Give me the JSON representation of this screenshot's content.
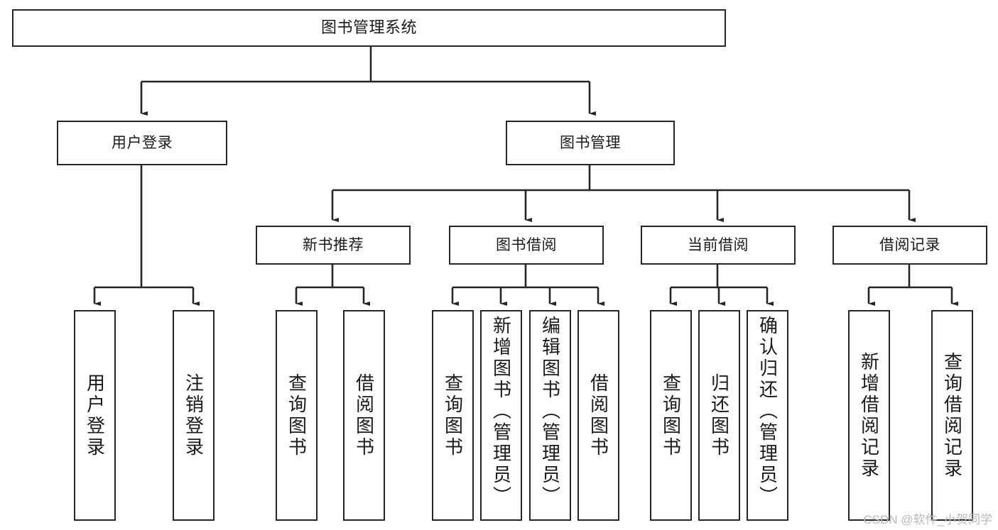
{
  "diagram": {
    "title": "图书管理系统",
    "type": "function-structure-tree",
    "watermark": "CSDN @软件_小贺同学",
    "colors": {
      "stroke": "#26262a",
      "box_fill": "#ffffff",
      "text": "#1a1a1a",
      "watermark": "#b9b9b9",
      "background": "#ffffff"
    },
    "levels": {
      "root": {
        "label": "图书管理系统"
      },
      "level2": [
        {
          "id": "user-login",
          "label": "用户登录"
        },
        {
          "id": "book-manage",
          "label": "图书管理"
        }
      ],
      "level3": [
        {
          "id": "new-book-recommend",
          "label": "新书推荐"
        },
        {
          "id": "book-borrow",
          "label": "图书借阅"
        },
        {
          "id": "current-borrow",
          "label": "当前借阅"
        },
        {
          "id": "borrow-record",
          "label": "借阅记录"
        }
      ],
      "leaves": {
        "user-login": [
          {
            "id": "leaf-user-login",
            "label": "用户登录"
          },
          {
            "id": "leaf-logout",
            "label": "注销登录"
          }
        ],
        "new-book-recommend": [
          {
            "id": "leaf-query-book-1",
            "label": "查询图书"
          },
          {
            "id": "leaf-borrow-book-1",
            "label": "借阅图书"
          }
        ],
        "book-borrow": [
          {
            "id": "leaf-query-book-2",
            "label": "查询图书"
          },
          {
            "id": "leaf-add-book",
            "label": "新增图书（管理员）"
          },
          {
            "id": "leaf-edit-book",
            "label": "编辑图书（管理员）"
          },
          {
            "id": "leaf-borrow-book-2",
            "label": "借阅图书"
          }
        ],
        "current-borrow": [
          {
            "id": "leaf-query-book-3",
            "label": "查询图书"
          },
          {
            "id": "leaf-return-book",
            "label": "归还图书"
          },
          {
            "id": "leaf-confirm-return",
            "label": "确认归还（管理员）"
          }
        ],
        "borrow-record": [
          {
            "id": "leaf-add-record",
            "label": "新增借阅记录"
          },
          {
            "id": "leaf-query-record",
            "label": "查询借阅记录"
          }
        ]
      }
    }
  }
}
